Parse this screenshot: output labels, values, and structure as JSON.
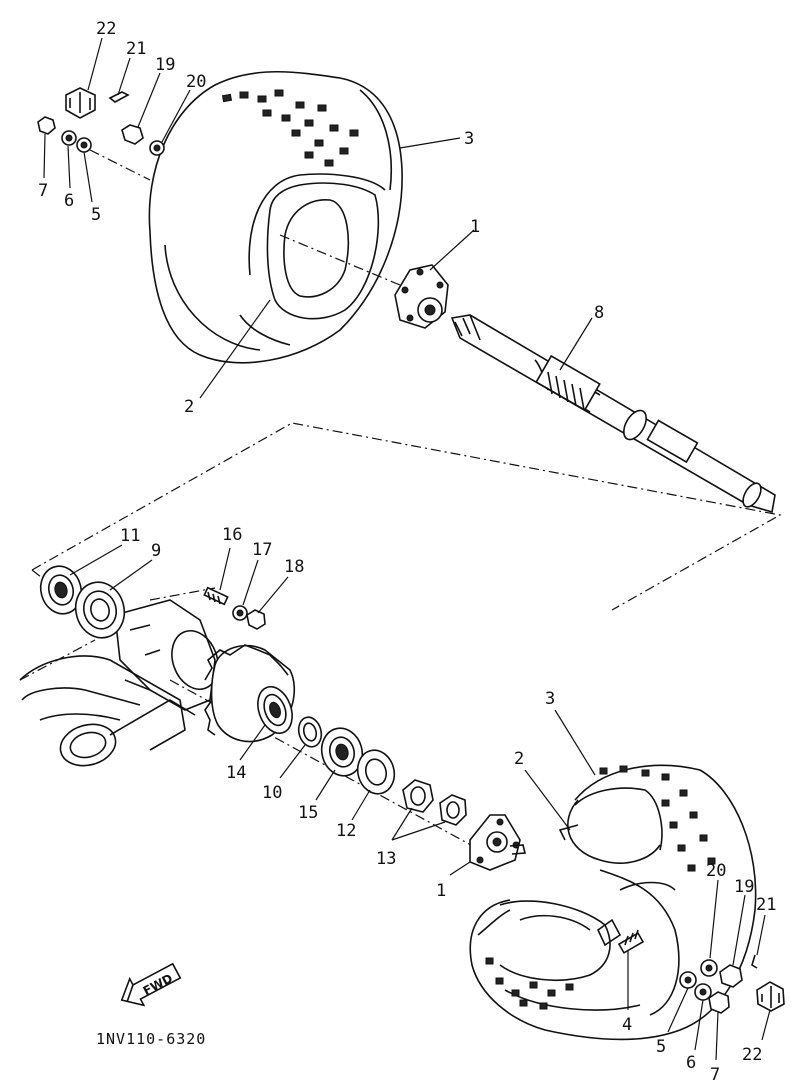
{
  "diagram": {
    "code": "1NV110-6320",
    "fwd_label": "FWD",
    "callouts": [
      {
        "id": "c22a",
        "label": "22"
      },
      {
        "id": "c21a",
        "label": "21"
      },
      {
        "id": "c19a",
        "label": "19"
      },
      {
        "id": "c20a",
        "label": "20"
      },
      {
        "id": "c3a",
        "label": "3"
      },
      {
        "id": "c7a",
        "label": "7"
      },
      {
        "id": "c6a",
        "label": "6"
      },
      {
        "id": "c5a",
        "label": "5"
      },
      {
        "id": "c1a",
        "label": "1"
      },
      {
        "id": "c8",
        "label": "8"
      },
      {
        "id": "c2a",
        "label": "2"
      },
      {
        "id": "c11",
        "label": "11"
      },
      {
        "id": "c9",
        "label": "9"
      },
      {
        "id": "c16",
        "label": "16"
      },
      {
        "id": "c17",
        "label": "17"
      },
      {
        "id": "c18",
        "label": "18"
      },
      {
        "id": "c14",
        "label": "14"
      },
      {
        "id": "c10",
        "label": "10"
      },
      {
        "id": "c15",
        "label": "15"
      },
      {
        "id": "c12",
        "label": "12"
      },
      {
        "id": "c13",
        "label": "13"
      },
      {
        "id": "c3b",
        "label": "3"
      },
      {
        "id": "c2b",
        "label": "2"
      },
      {
        "id": "c1b",
        "label": "1"
      },
      {
        "id": "c20b",
        "label": "20"
      },
      {
        "id": "c19b",
        "label": "19"
      },
      {
        "id": "c21b",
        "label": "21"
      },
      {
        "id": "c4",
        "label": "4"
      },
      {
        "id": "c5b",
        "label": "5"
      },
      {
        "id": "c6b",
        "label": "6"
      },
      {
        "id": "c7b",
        "label": "7"
      },
      {
        "id": "c22b",
        "label": "22"
      }
    ]
  }
}
